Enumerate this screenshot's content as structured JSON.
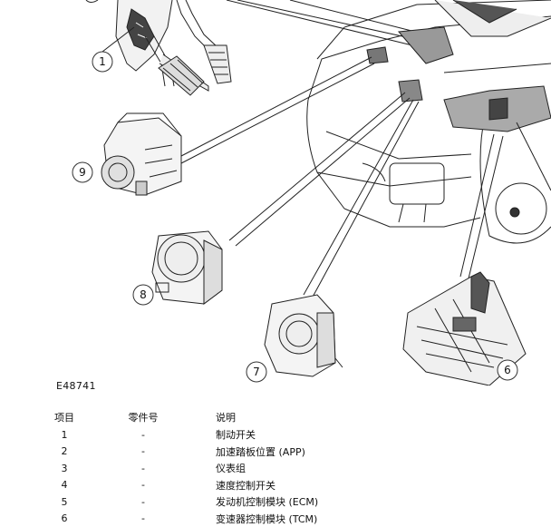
{
  "figure_id": "E48741",
  "callouts": [
    "1",
    "9",
    "8",
    "7",
    "6"
  ],
  "table": {
    "headers": [
      "项目",
      "零件号",
      "说明"
    ],
    "rows": [
      {
        "item": "1",
        "part": "-",
        "desc": "制动开关"
      },
      {
        "item": "2",
        "part": "-",
        "desc": "加速踏板位置 (APP)"
      },
      {
        "item": "3",
        "part": "-",
        "desc": "仪表组"
      },
      {
        "item": "4",
        "part": "-",
        "desc": "速度控制开关"
      },
      {
        "item": "5",
        "part": "-",
        "desc": "发动机控制模块 (ECM)"
      },
      {
        "item": "6",
        "part": "-",
        "desc": "变速器控制模块 (TCM)"
      }
    ]
  }
}
